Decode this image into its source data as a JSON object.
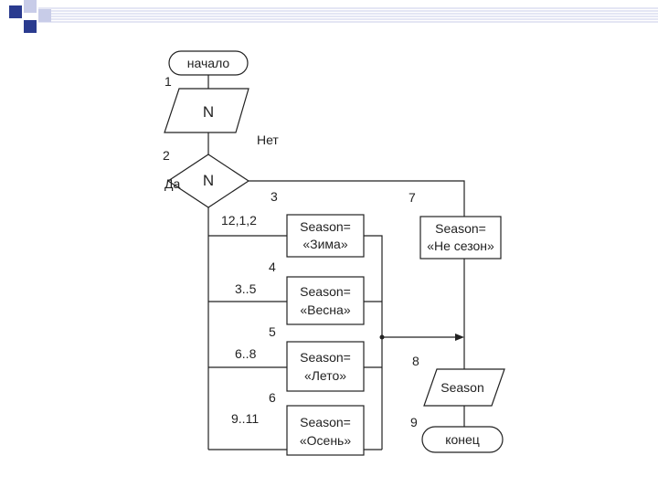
{
  "flowchart": {
    "start_label": "начало",
    "input_label": "N",
    "decision_label": "N",
    "no_label": "Нет",
    "yes_label": "Да",
    "numbers": [
      "1",
      "2",
      "3",
      "4",
      "5",
      "6",
      "7",
      "8",
      "9"
    ],
    "cases": [
      "12,1,2",
      "3..5",
      "6..8",
      "9..11"
    ],
    "assign_winter": [
      "Season=",
      "«Зима»"
    ],
    "assign_spring": [
      "Season=",
      "«Весна»"
    ],
    "assign_summer": [
      "Season=",
      "«Лето»"
    ],
    "assign_autumn": [
      "Season=",
      "«Осень»"
    ],
    "assign_none": [
      "Season=",
      "«Не сезон»"
    ],
    "output_label": "Season",
    "end_label": "конец"
  },
  "colors": {
    "deco_dark": "#2a3b8f",
    "deco_light": "#c8cce8",
    "line": "#222222"
  }
}
